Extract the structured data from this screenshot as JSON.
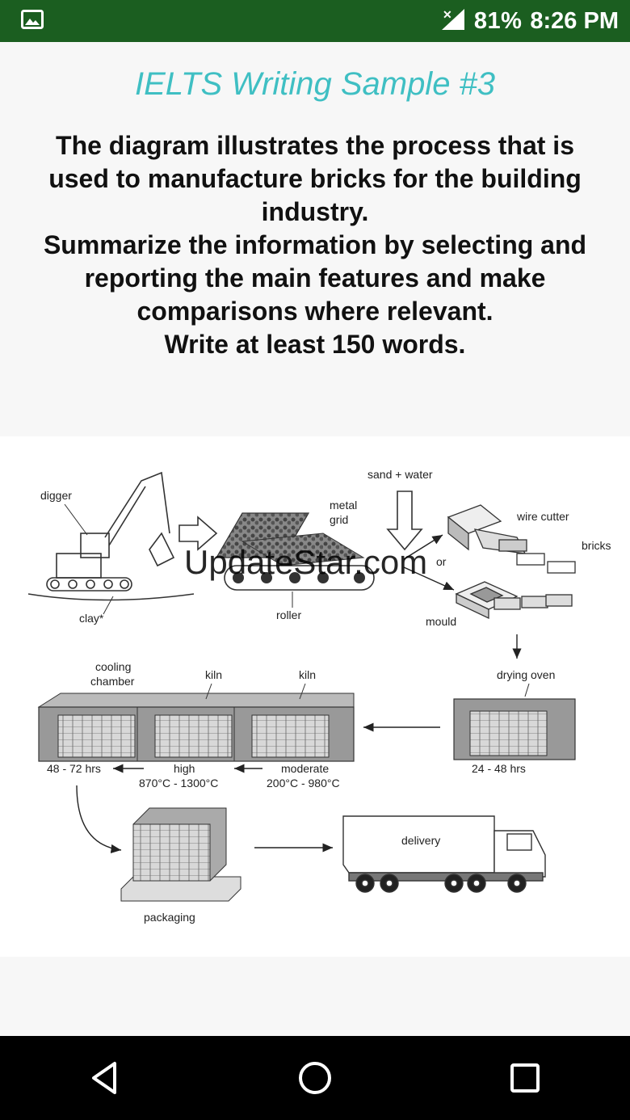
{
  "status_bar": {
    "battery": "81%",
    "time": "8:26 PM",
    "icons": {
      "left": "image-icon",
      "signal": "signal-no-data-icon"
    }
  },
  "page": {
    "title": "IELTS Writing Sample #3",
    "prompt_lines": [
      "The diagram illustrates the process that is used to manufacture bricks for the building industry.",
      "Summarize the information by selecting and reporting the main features and make comparisons where relevant.",
      "Write at least 150 words."
    ]
  },
  "diagram": {
    "watermark": "UpdateStar.com",
    "labels": {
      "digger": "digger",
      "clay": "clay*",
      "metal_grid_1": "metal",
      "metal_grid_2": "grid",
      "roller": "roller",
      "sand_water": "sand + water",
      "wire_cutter": "wire cutter",
      "or": "or",
      "bricks": "bricks",
      "mould": "mould",
      "drying_oven": "drying oven",
      "drying_time": "24 - 48 hrs",
      "cooling_chamber_1": "cooling",
      "cooling_chamber_2": "chamber",
      "cooling_time": "48 - 72 hrs",
      "kiln_high": "kiln",
      "kiln_moderate": "kiln",
      "high": "high",
      "high_temp": "870°C - 1300°C",
      "moderate": "moderate",
      "moderate_temp": "200°C - 980°C",
      "packaging": "packaging",
      "delivery": "delivery"
    }
  },
  "nav_bar": {
    "icons": [
      "back-icon",
      "home-icon",
      "recents-icon"
    ]
  }
}
